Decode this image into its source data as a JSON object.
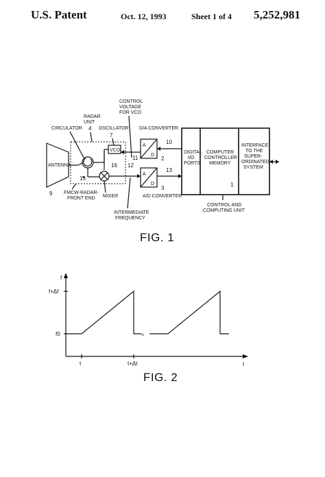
{
  "header": {
    "left": "U.S. Patent",
    "date": "Oct. 12, 1993",
    "sheet": "Sheet 1 of 4",
    "number": "5,252,981"
  },
  "fig1": {
    "caption": "FIG. 1",
    "antenna": "ANTENNA",
    "circulator": "CIRCULATOR",
    "radar_unit": [
      "RADAR",
      "UNIT"
    ],
    "ref_4": "4",
    "oscillator": "OSCILLATOR",
    "ref_7": "7",
    "vco": "VCO",
    "control_voltage": [
      "CONTROL",
      "VOLTAGE",
      "FOR VCO"
    ],
    "da_converter": "D/A CONVERTER",
    "ad_converter": "A/D CONVERTER",
    "a_top": "A",
    "d_top": "D",
    "a_bot": "A",
    "d_bot": "D",
    "ref_10": "10",
    "ref_11": "11",
    "ref_2": "2",
    "ref_12": "12",
    "ref_13": "13",
    "ref_3": "3",
    "ref_16": "16",
    "ref_15": "15",
    "ref_9": "9",
    "ref_1": "1",
    "mixer": "MIXER",
    "front_end": [
      "FMCW-RADAR-",
      "FRONT END"
    ],
    "intermediate": [
      "INTERMEDIATE",
      "FREQUENCY"
    ],
    "digital_io": [
      "DIGITAL",
      "I/O",
      "PORTS"
    ],
    "computer": [
      "COMPUTER",
      "CONTROLLER",
      "MEMORY"
    ],
    "interface": [
      "INTERFACE",
      "TO THE",
      "SUPER-",
      "ORDINATED",
      "SYSTEM"
    ],
    "control_unit": [
      "CONTROL AND",
      "COMPUTING UNIT"
    ]
  },
  "fig2": {
    "caption": "FIG. 2",
    "y_axis": "f",
    "y_top": "f+Δf",
    "y_base": "f0",
    "x_t1": "t",
    "x_t2": "t+Δt",
    "x_axis": "t"
  }
}
